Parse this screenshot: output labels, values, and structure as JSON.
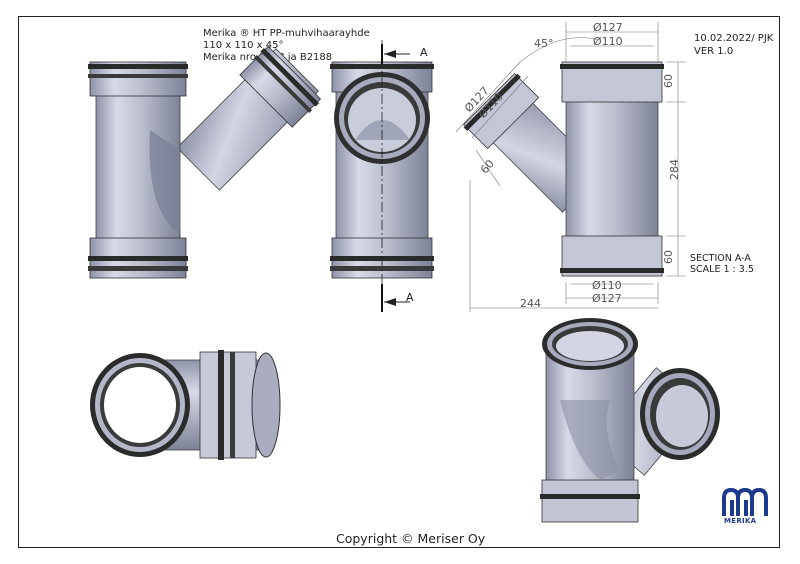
{
  "title_block": {
    "line1": "Merika ® HT PP-muhvihaarayhde",
    "line2": "110 x 110 x 45°",
    "line3": "Merika nro  2188 ja B2188"
  },
  "revision": {
    "date_author": "10.02.2022/ PJK",
    "version": "VER 1.0"
  },
  "section": {
    "marker": "A",
    "label": "SECTION A-A",
    "scale": "SCALE 1 : 3.5"
  },
  "dimensions": {
    "top_outer": "Ø127",
    "top_inner": "Ø110",
    "angle": "45°",
    "branch_outer": "Ø127",
    "branch_inner": "Ø110",
    "branch_socket": "60",
    "top_socket": "60",
    "height": "284",
    "bottom_socket": "60",
    "bottom_inner": "Ø110",
    "bottom_outer": "Ø127",
    "width": "244"
  },
  "copyright": "Copyright © Meriser Oy",
  "logo": {
    "text": "MERIKA",
    "color": "#1d3b8c"
  }
}
